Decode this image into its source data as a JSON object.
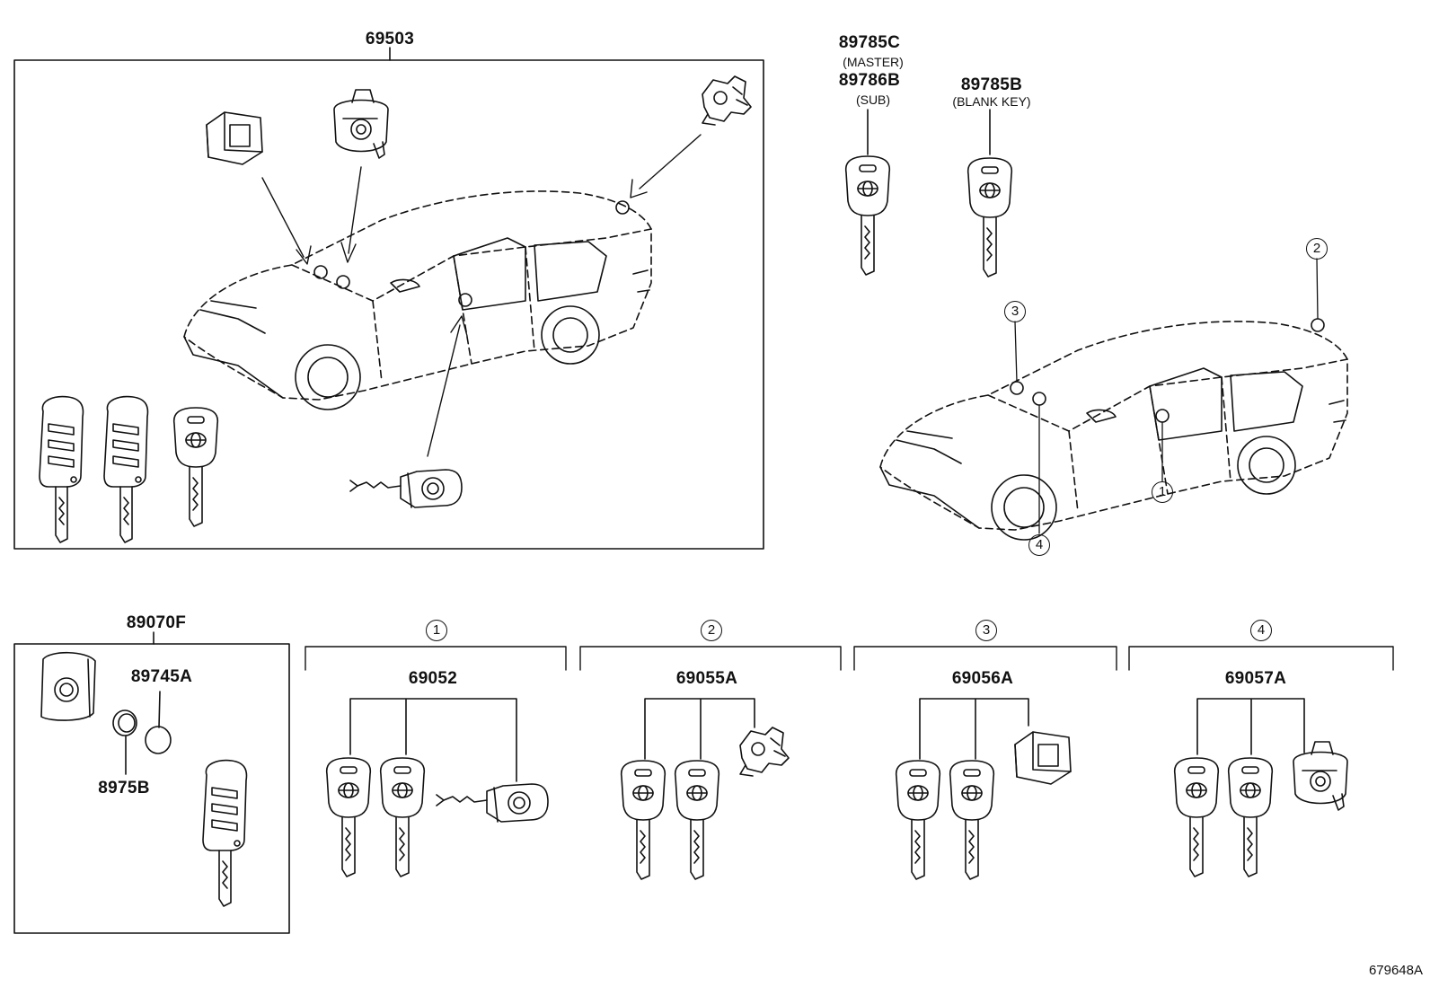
{
  "top_assembly": {
    "part_number": "69503"
  },
  "master_key": {
    "part_number": "89785C",
    "note": "(MASTER)"
  },
  "sub_key": {
    "part_number": "89786B",
    "note": "(SUB)"
  },
  "blank_key": {
    "part_number": "89785B",
    "note": "(BLANK KEY)"
  },
  "transmitter_assembly": {
    "part_number": "89070F"
  },
  "battery": {
    "part_number": "89745A"
  },
  "transmitter_cover": {
    "part_number": "8975B"
  },
  "location_callouts": [
    "1",
    "2",
    "3",
    "4"
  ],
  "groups": [
    {
      "marker": "1",
      "part_number": "69052"
    },
    {
      "marker": "2",
      "part_number": "69055A"
    },
    {
      "marker": "3",
      "part_number": "69056A"
    },
    {
      "marker": "4",
      "part_number": "69057A"
    }
  ],
  "reference_code": "679648A",
  "colors": {
    "line": "#111111",
    "background": "#ffffff"
  }
}
